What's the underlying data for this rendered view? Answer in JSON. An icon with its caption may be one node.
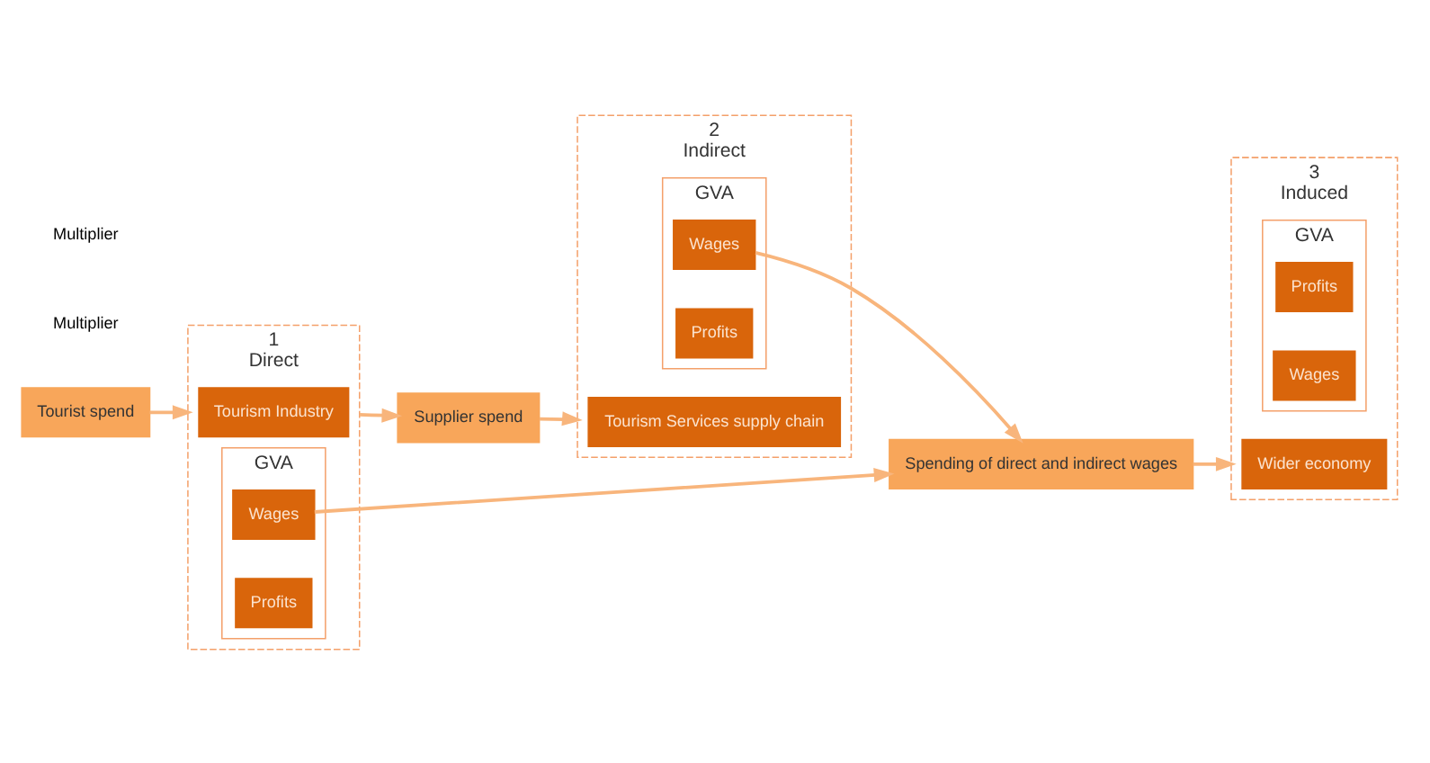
{
  "diagram": {
    "nodes": [
      {
        "text": [
          "Tourist spend"
        ]
      },
      {
        "text": [
          "1",
          "Direct"
        ]
      },
      {
        "text": [
          "Tourism Industry"
        ],
        "in": 1
      },
      {
        "text": [
          "GVA"
        ],
        "in": 1
      },
      {
        "text": [
          "Wages"
        ],
        "in": 3
      },
      {
        "text": [
          "Profits"
        ],
        "in": 3
      },
      {
        "text": [
          "Supplier spend"
        ]
      },
      {
        "text": [
          "2",
          "Indirect"
        ]
      },
      {
        "text": [
          "Tourism Services supply chain"
        ],
        "in": 7
      },
      {
        "text": [
          "GVA"
        ],
        "in": 7
      },
      {
        "text": [
          "Wages"
        ],
        "in": 9
      },
      {
        "text": [
          "Profits"
        ],
        "in": 9
      },
      {
        "text": [
          "Spending of direct and indirect wages"
        ]
      },
      {
        "text": [
          "3",
          "Induced"
        ]
      },
      {
        "text": [
          "Wider economy"
        ],
        "in": 13
      },
      {
        "text": [
          "GVA"
        ],
        "in": 13
      },
      {
        "text": [
          "Profits"
        ],
        "in": 15
      },
      {
        "text": [
          "Wages"
        ],
        "in": 15
      }
    ],
    "edges": [
      {
        "from": 0,
        "to": 1,
        "arrow": "to"
      },
      {
        "from": 1,
        "to": 6,
        "arrow": "to"
      },
      {
        "from": 6,
        "to": 7,
        "arrow": "to"
      },
      {
        "from": 4,
        "to": 12,
        "arrow": "to"
      },
      {
        "from": 10,
        "to": 12,
        "arrow": "to"
      },
      {
        "from": 12,
        "to": 13,
        "arrow": "to"
      }
    ],
    "labels": [
      "Multiplier",
      "Multiplier"
    ]
  }
}
